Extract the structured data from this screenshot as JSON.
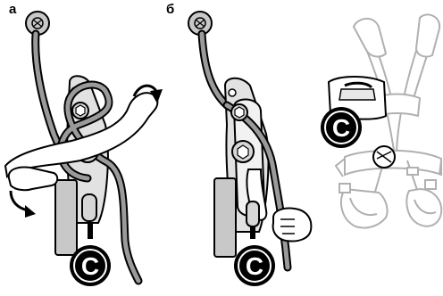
{
  "panels": {
    "a": {
      "label": "а",
      "symbol": "C"
    },
    "b": {
      "label": "б",
      "symbol": "C"
    },
    "harness": {
      "symbol": "C"
    }
  },
  "colors": {
    "rope_gray": "#9a9a9a",
    "device_gray": "#d6d6d6",
    "harness_gray": "#bdbdbd",
    "ink": "#000000",
    "badge": "#000000"
  }
}
